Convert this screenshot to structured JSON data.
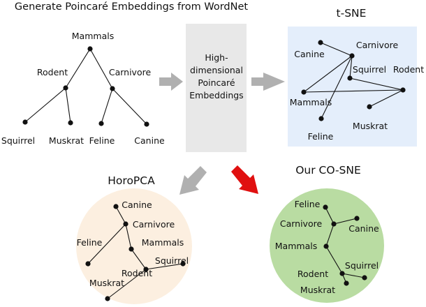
{
  "titles": {
    "top": "Generate Poincaré Embeddings from WordNet",
    "tsne": "t-SNE",
    "horopca": "HoroPCA",
    "cosne": "Our CO-SNE"
  },
  "middle_box": {
    "lines": [
      "High-",
      "dimensional",
      "Poincaré",
      "Embeddings"
    ]
  },
  "tree": {
    "labels": {
      "mammals": "Mammals",
      "rodent": "Rodent",
      "carnivore": "Carnivore",
      "squirrel": "Squirrel",
      "muskrat": "Muskrat",
      "feline": "Feline",
      "canine": "Canine"
    }
  },
  "tsne_plot": {
    "labels": {
      "canine": "Canine",
      "carnivore": "Carnivore",
      "squirrel": "Squirrel",
      "rodent": "Rodent",
      "mammals": "Mammals",
      "muskrat": "Muskrat",
      "feline": "Feline"
    }
  },
  "horopca_plot": {
    "labels": {
      "canine": "Canine",
      "carnivore": "Carnivore",
      "feline": "Feline",
      "mammals": "Mammals",
      "squirrel": "Squirrel",
      "rodent": "Rodent",
      "muskrat": "Muskrat"
    }
  },
  "cosne_plot": {
    "labels": {
      "feline": "Feline",
      "carnivore": "Carnivore",
      "canine": "Canine",
      "mammals": "Mammals",
      "rodent": "Rodent",
      "squirrel": "Squirrel",
      "muskrat": "Muskrat"
    }
  },
  "colors": {
    "tsne_bg": "#e4eefb",
    "horopca_bg": "#fcefe0",
    "cosne_bg": "#b9dca2",
    "middle_box_bg": "#e8e8e8",
    "arrow_gray": "#b0b0b0",
    "arrow_red": "#e01010"
  }
}
